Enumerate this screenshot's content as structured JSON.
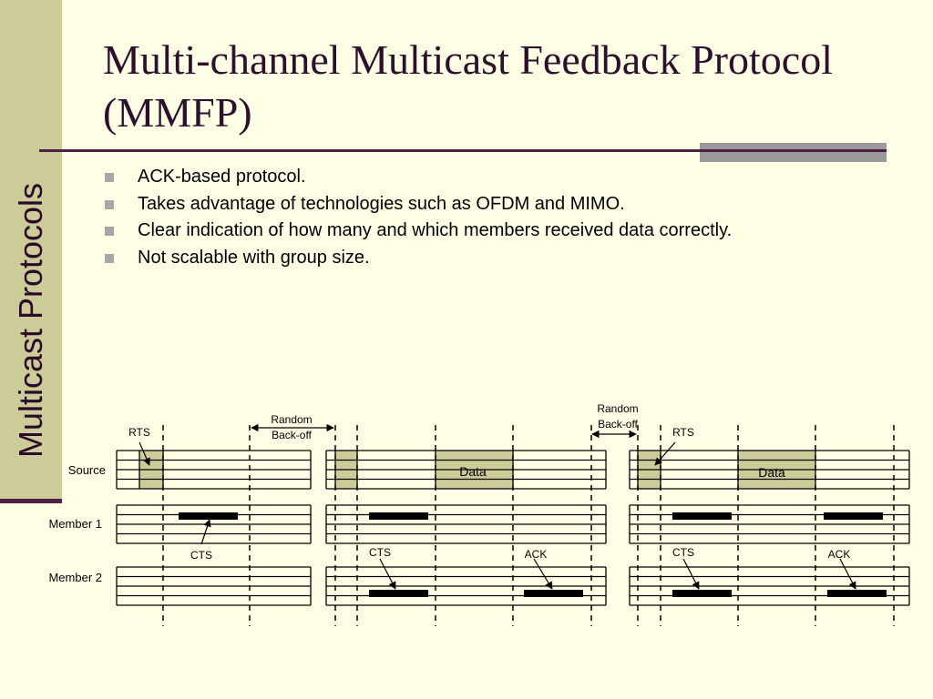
{
  "slide": {
    "side_title": "Multicast Protocols",
    "title": "Multi-channel Multicast Feedback Protocol (MMFP)",
    "bullets": [
      "ACK-based protocol.",
      "Takes advantage of technologies such as OFDM and MIMO.",
      "Clear indication of how many and which members received data correctly.",
      "Not scalable with group size."
    ]
  },
  "diagram": {
    "rows": [
      "Source",
      "Member 1",
      "Member 2"
    ],
    "labels": {
      "rts": "RTS",
      "cts": "CTS",
      "ack": "ACK",
      "data": "Data",
      "backoff_line1": "Random",
      "backoff_line2": "Back-off"
    }
  },
  "colors": {
    "background": "#FFFFE6",
    "side_band": "#CCCC99",
    "accent": "#4D1F45",
    "title_text": "#2E0F2E",
    "bullet_marker": "#A6A6A6",
    "packet_fill": "#CCCC99"
  }
}
